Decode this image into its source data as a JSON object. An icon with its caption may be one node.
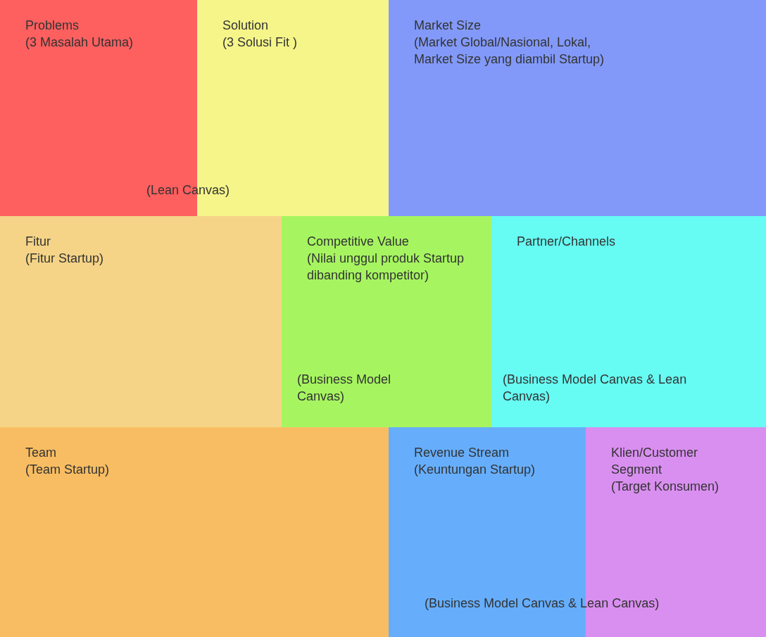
{
  "diagram": {
    "nodes": [
      {
        "text": [
          "Problems",
          "(3 Masalah Utama)"
        ]
      },
      {
        "text": [
          "Solution",
          "(3 Solusi Fit )"
        ]
      },
      {
        "text": [
          "Market Size",
          "(Market Global/Nasional, Lokal, Market Size yang diambil Startup)"
        ]
      },
      {
        "text": [
          "Fitur",
          "(Fitur Startup)"
        ]
      },
      {
        "text": [
          "Competitive Value",
          "(Nilai unggul produk Startup dibanding kompetitor)",
          "(Business Model Canvas)"
        ]
      },
      {
        "text": [
          "Partner/Channels",
          "(Business Model Canvas & Lean Canvas)"
        ]
      },
      {
        "text": [
          "Team",
          "(Team Startup)"
        ]
      },
      {
        "text": [
          "Revenue Stream",
          "(Keuntungan Startup)"
        ]
      },
      {
        "text": [
          "Klien/Customer Segment",
          "(Target Konsumen)"
        ]
      }
    ],
    "labels": [
      "(Lean Canvas)",
      "(Business Model Canvas & Lean Canvas)"
    ]
  }
}
